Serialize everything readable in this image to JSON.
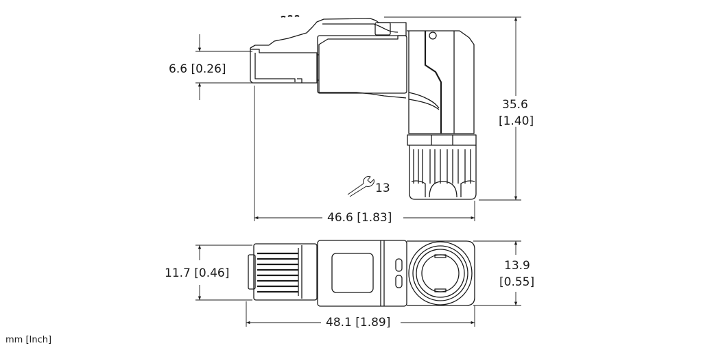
{
  "drawing": {
    "units_note": "mm [Inch]",
    "side_view": {
      "plug_height": "6.6 [0.26]",
      "overall_height_mm": "35.6",
      "overall_height_in": "[1.40]",
      "overall_length": "46.6 [1.83]",
      "wrench_size": "13"
    },
    "top_view": {
      "plug_width": "11.7 [0.46]",
      "overall_width_mm": "13.9",
      "overall_width_in": "[0.55]",
      "overall_length": "48.1 [1.89]"
    }
  }
}
